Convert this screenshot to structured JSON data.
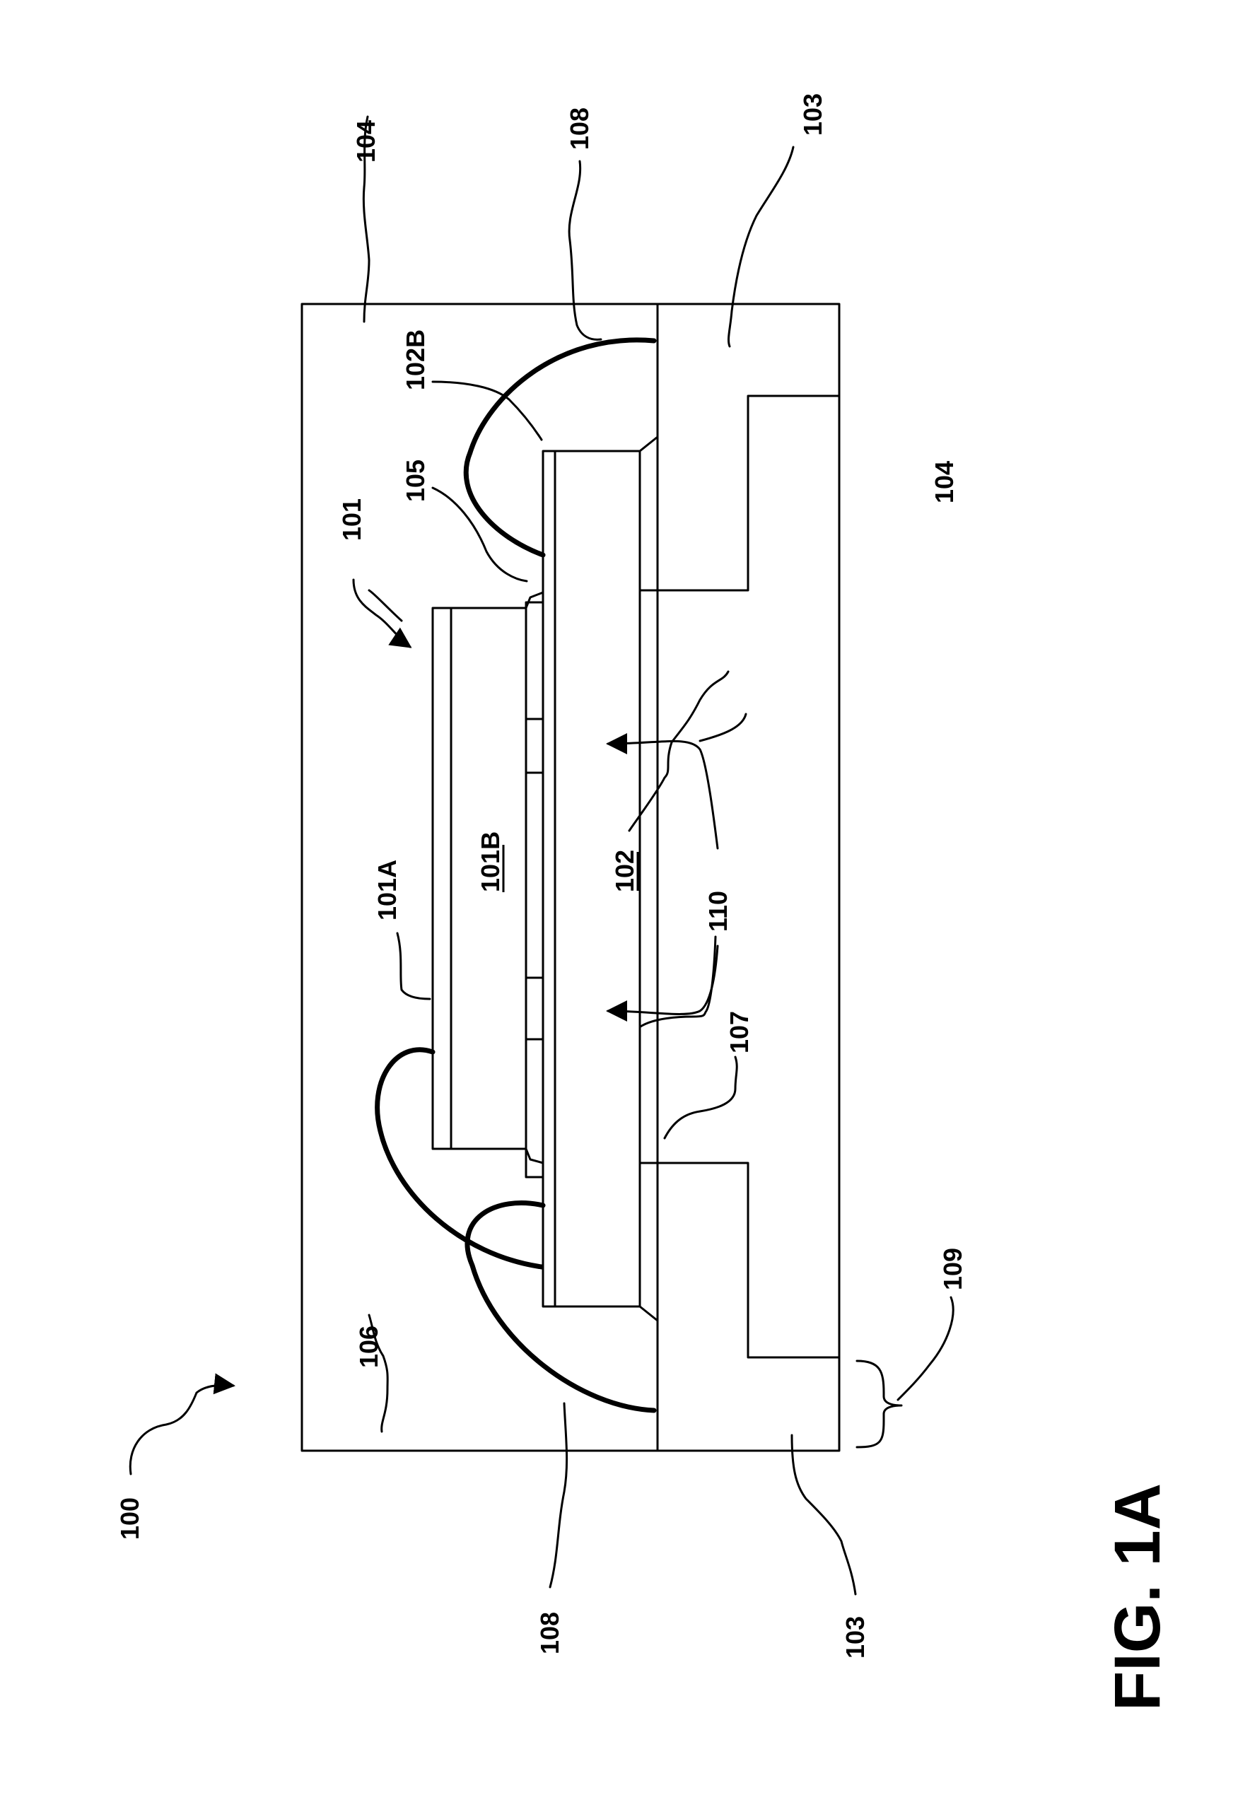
{
  "figure": {
    "caption": "FIG. 1A",
    "labels": {
      "l100": "100",
      "l101": "101",
      "l101A": "101A",
      "l101B": "101B",
      "l102": "102",
      "l102B": "102B",
      "l103_top": "103",
      "l103_bottom": "103",
      "l104_top": "104",
      "l104_right": "104",
      "l105": "105",
      "l106": "106",
      "l107": "107",
      "l108_top": "108",
      "l108_bottom": "108",
      "l109": "109",
      "l110": "110"
    }
  }
}
